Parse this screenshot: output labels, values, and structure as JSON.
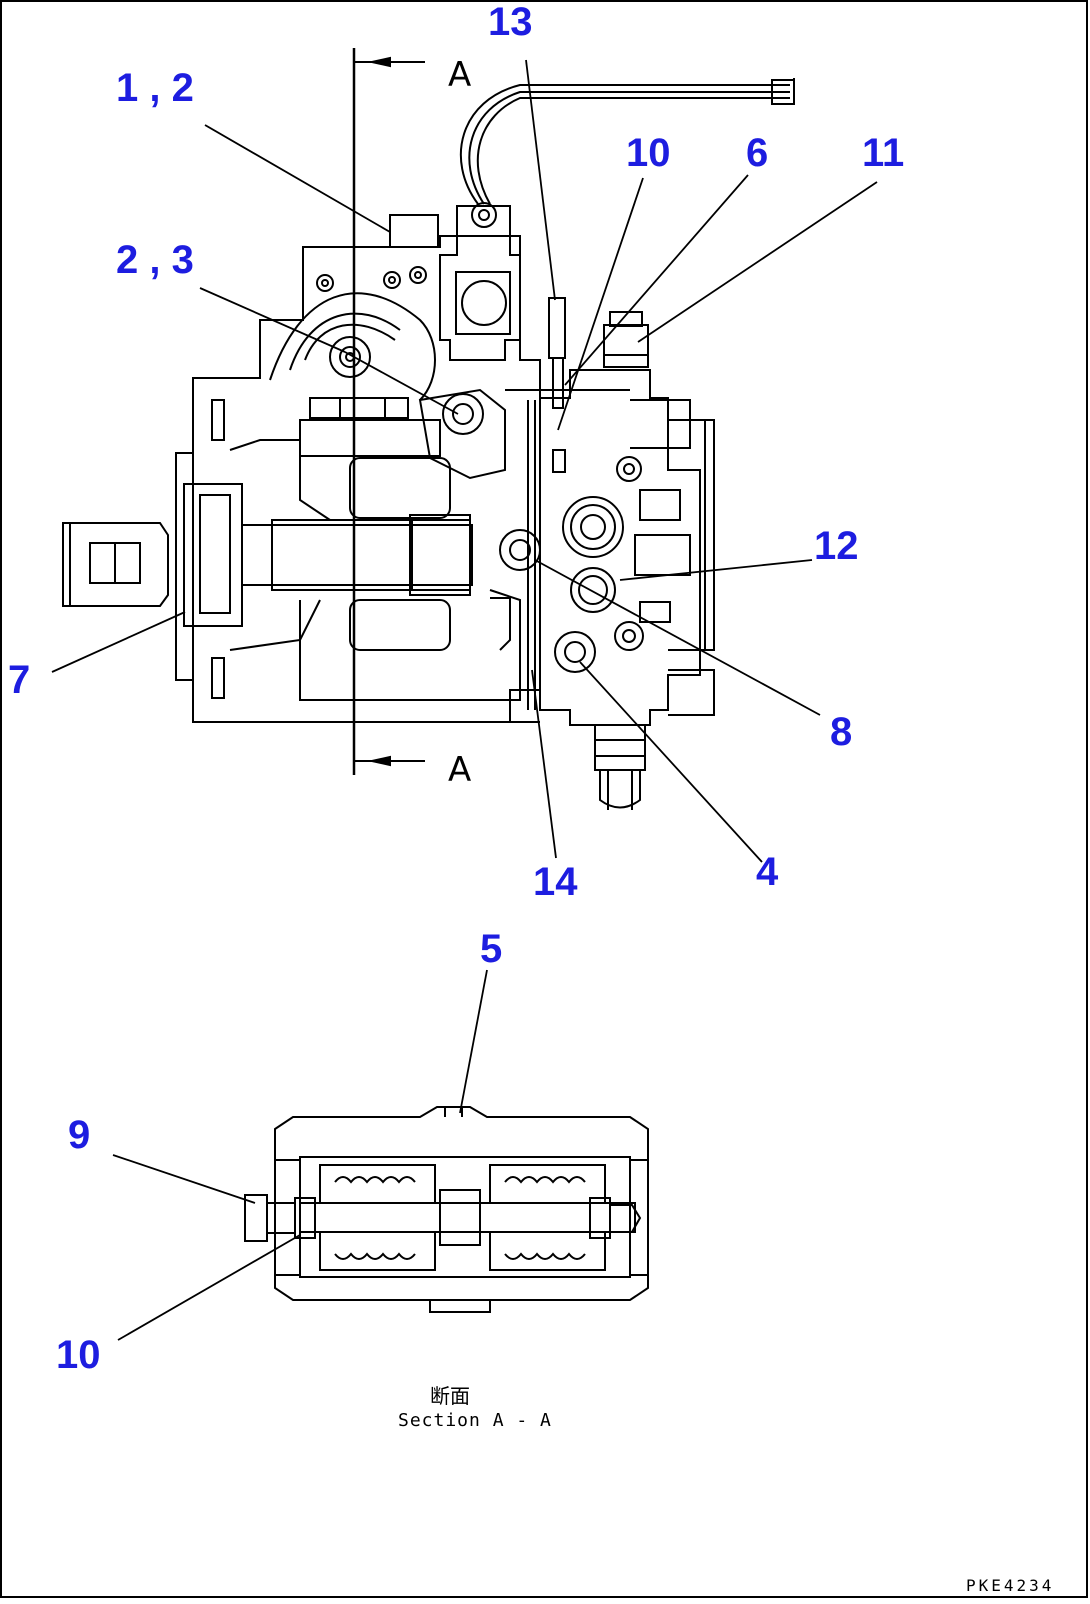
{
  "callouts": {
    "c12": "1 , 2",
    "c23": "2 , 3",
    "c13": "13",
    "c10a": "10",
    "c6": "6",
    "c11": "11",
    "c12b": "12",
    "c7": "7",
    "c8": "8",
    "c4": "4",
    "c14": "14",
    "c5": "5",
    "c9": "9",
    "c10b": "10"
  },
  "section_marks": {
    "top": "A",
    "bottom": "A"
  },
  "section_caption": {
    "japanese": "断面",
    "english": "Section A - A"
  },
  "drawing_code": "PKE4234",
  "colors": {
    "callout": "#1d1de0",
    "line": "#000000",
    "background": "#ffffff"
  }
}
